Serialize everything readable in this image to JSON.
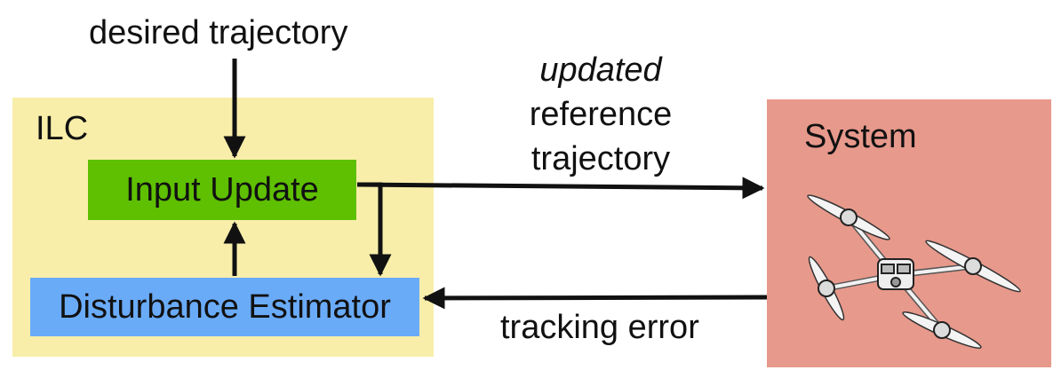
{
  "ilc": {
    "label": "ILC"
  },
  "blocks": {
    "input_update": "Input Update",
    "disturbance_estimator": "Disturbance Estimator",
    "system": "System"
  },
  "signals": {
    "desired_trajectory": "desired trajectory",
    "reference": {
      "line1": "updated",
      "line2": "reference",
      "line3": "trajectory"
    },
    "tracking_error": "tracking error"
  },
  "colors": {
    "ilc_bg": "#f8eeaa",
    "input_update_bg": "#5ec000",
    "disturbance_estimator_bg": "#6aabf8",
    "system_bg": "#e7998b",
    "arrow": "#111111"
  },
  "icons": {
    "system_image": "quadrotor-drone-icon"
  }
}
